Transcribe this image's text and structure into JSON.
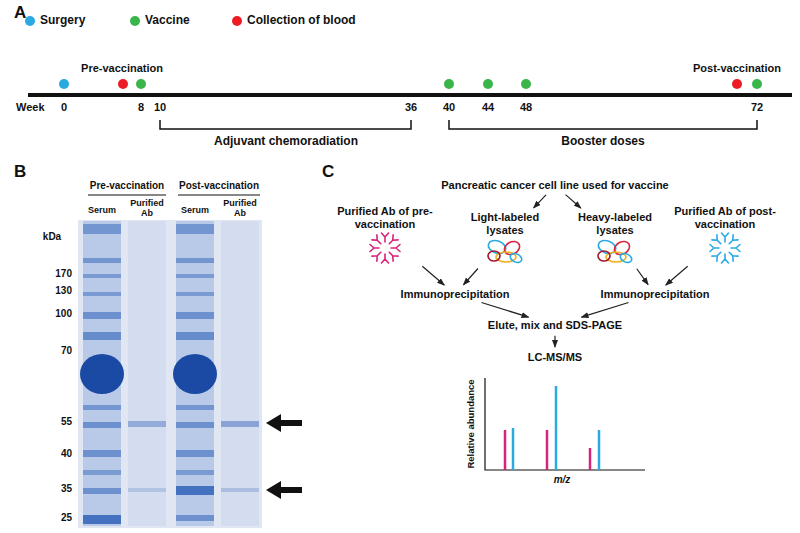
{
  "diagram": {
    "nodes": [
      {
        "text": [
          "Pancreatic cancer cell line used for vaccine"
        ]
      },
      {
        "text": [
          "Purified Ab of pre-vaccination"
        ]
      },
      {
        "text": [
          "Light-labeled lysates"
        ]
      },
      {
        "text": [
          "Heavy-labeled lysates"
        ]
      },
      {
        "text": [
          "Purified Ab of post-vaccination"
        ]
      },
      {
        "text": [
          "Immunoprecipitation"
        ]
      },
      {
        "text": [
          "Immunoprecipitation"
        ]
      },
      {
        "text": [
          "Elute, mix and SDS-PAGE"
        ]
      },
      {
        "text": [
          "LC-MS/MS"
        ]
      }
    ],
    "edges": [
      {
        "from": 0,
        "to": 2,
        "arrow": "to"
      },
      {
        "from": 0,
        "to": 3,
        "arrow": "to"
      },
      {
        "from": 1,
        "to": 5,
        "arrow": "to"
      },
      {
        "from": 2,
        "to": 5,
        "arrow": "to"
      },
      {
        "from": 3,
        "to": 6,
        "arrow": "to"
      },
      {
        "from": 4,
        "to": 6,
        "arrow": "to"
      },
      {
        "from": 5,
        "to": 7,
        "arrow": "to"
      },
      {
        "from": 6,
        "to": 7,
        "arrow": "to"
      },
      {
        "from": 7,
        "to": 8,
        "arrow": "to"
      }
    ],
    "labels": [
      "A",
      "Pre-vaccination",
      "Post-vaccination",
      "Week",
      "0",
      "8",
      "10",
      "36",
      "40",
      "44",
      "48",
      "72",
      "Adjuvant chemoradiation",
      "Booster doses",
      "B",
      "Pre-vaccination",
      "Post-vaccination",
      "Serum",
      "Purified Ab",
      "Serum",
      "Purified Ab",
      "kDa",
      "170",
      "130",
      "100",
      "70",
      "55",
      "40",
      "35",
      "25",
      "C",
      "Relative abundance",
      "m/z"
    ],
    "legend": [
      {
        "text": "Surgery",
        "color": "#29abe2"
      },
      {
        "text": "Vaccine",
        "color": "#39b54a"
      },
      {
        "text": "Collection of blood",
        "color": "#ed1c24"
      }
    ]
  }
}
